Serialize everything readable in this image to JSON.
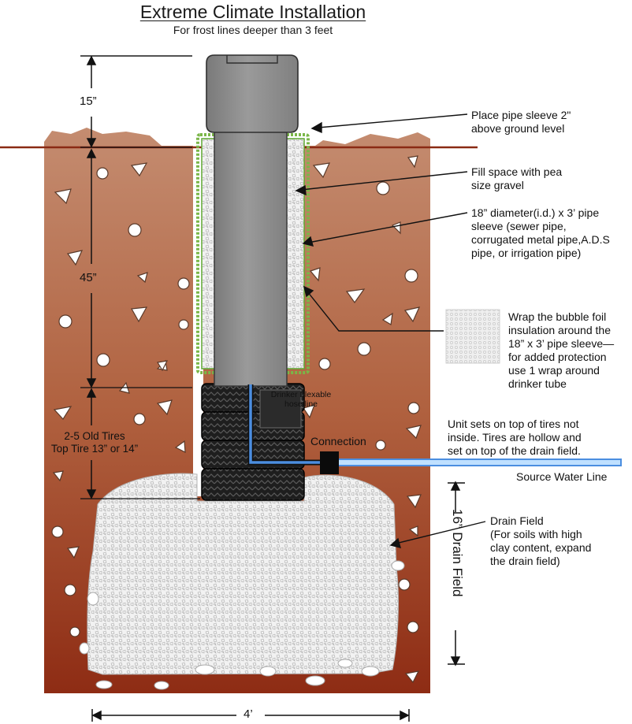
{
  "title": "Extreme Climate Installation",
  "subtitle": "For frost lines deeper than 3 feet",
  "measurements": {
    "above_ground": "15”",
    "sleeve_depth": "45”",
    "tires": "2-5 Old Tires\nTop Tire 13” or 14”",
    "drain_field": "16” Drain Field",
    "width": "4’"
  },
  "callouts": {
    "pipe_sleeve_height": "Place pipe sleeve 2\"\nabove ground level",
    "gravel": "Fill space with pea\nsize gravel",
    "sleeve_spec": "18” diameter(i.d.) x 3’ pipe\nsleeve (sewer pipe,\ncorrugated metal pipe,A.D.S\npipe, or irrigation pipe)",
    "insulation": "Wrap the bubble foil\ninsulation around the\n18” x 3’ pipe sleeve—\nfor added protection\nuse 1 wrap around\ndrinker tube",
    "hose": "Drinker Flexable\nhose line",
    "connection": "Connection",
    "tires_note": "Unit sets on top of tires not\ninside. Tires are hollow and\nset on top of the drain field.",
    "source_water": "Source Water Line",
    "drain_field": "Drain Field\n(For soils with high\nclay content, expand\nthe drain field)"
  },
  "colors": {
    "soil_top": "#c48c70",
    "soil_bottom": "#8e2c14",
    "ground_line": "#8a2a14",
    "pipe": "#8c8c8c",
    "water_line": "#4b8ee0",
    "insulation_green": "#7ab648"
  }
}
